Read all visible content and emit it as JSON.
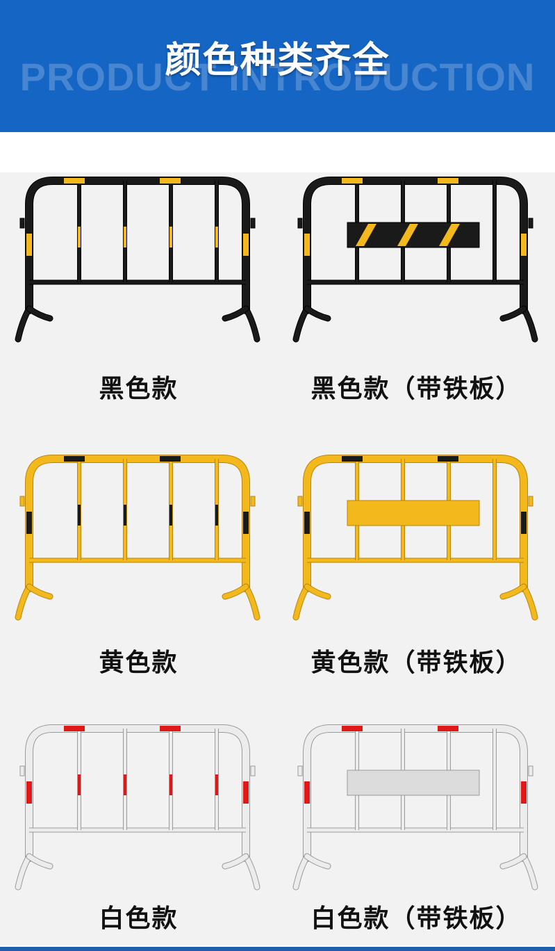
{
  "header": {
    "title": "颜色种类齐全",
    "subtitle": "PRODUCT INTRODUCTION"
  },
  "colors": {
    "header_bg": "#1565c4",
    "black_frame": "#1a1a1a",
    "yellow_frame": "#f2b81c",
    "white_frame": "#ececec",
    "red_stripe": "#e01818"
  },
  "products": [
    {
      "label": "黑色款",
      "variant": "black",
      "plate": false
    },
    {
      "label": "黑色款（带铁板）",
      "variant": "black",
      "plate": true
    },
    {
      "label": "黄色款",
      "variant": "yellow",
      "plate": false
    },
    {
      "label": "黄色款（带铁板）",
      "variant": "yellow",
      "plate": true
    },
    {
      "label": "白色款",
      "variant": "white",
      "plate": false
    },
    {
      "label": "白色款（带铁板）",
      "variant": "white",
      "plate": true
    }
  ]
}
